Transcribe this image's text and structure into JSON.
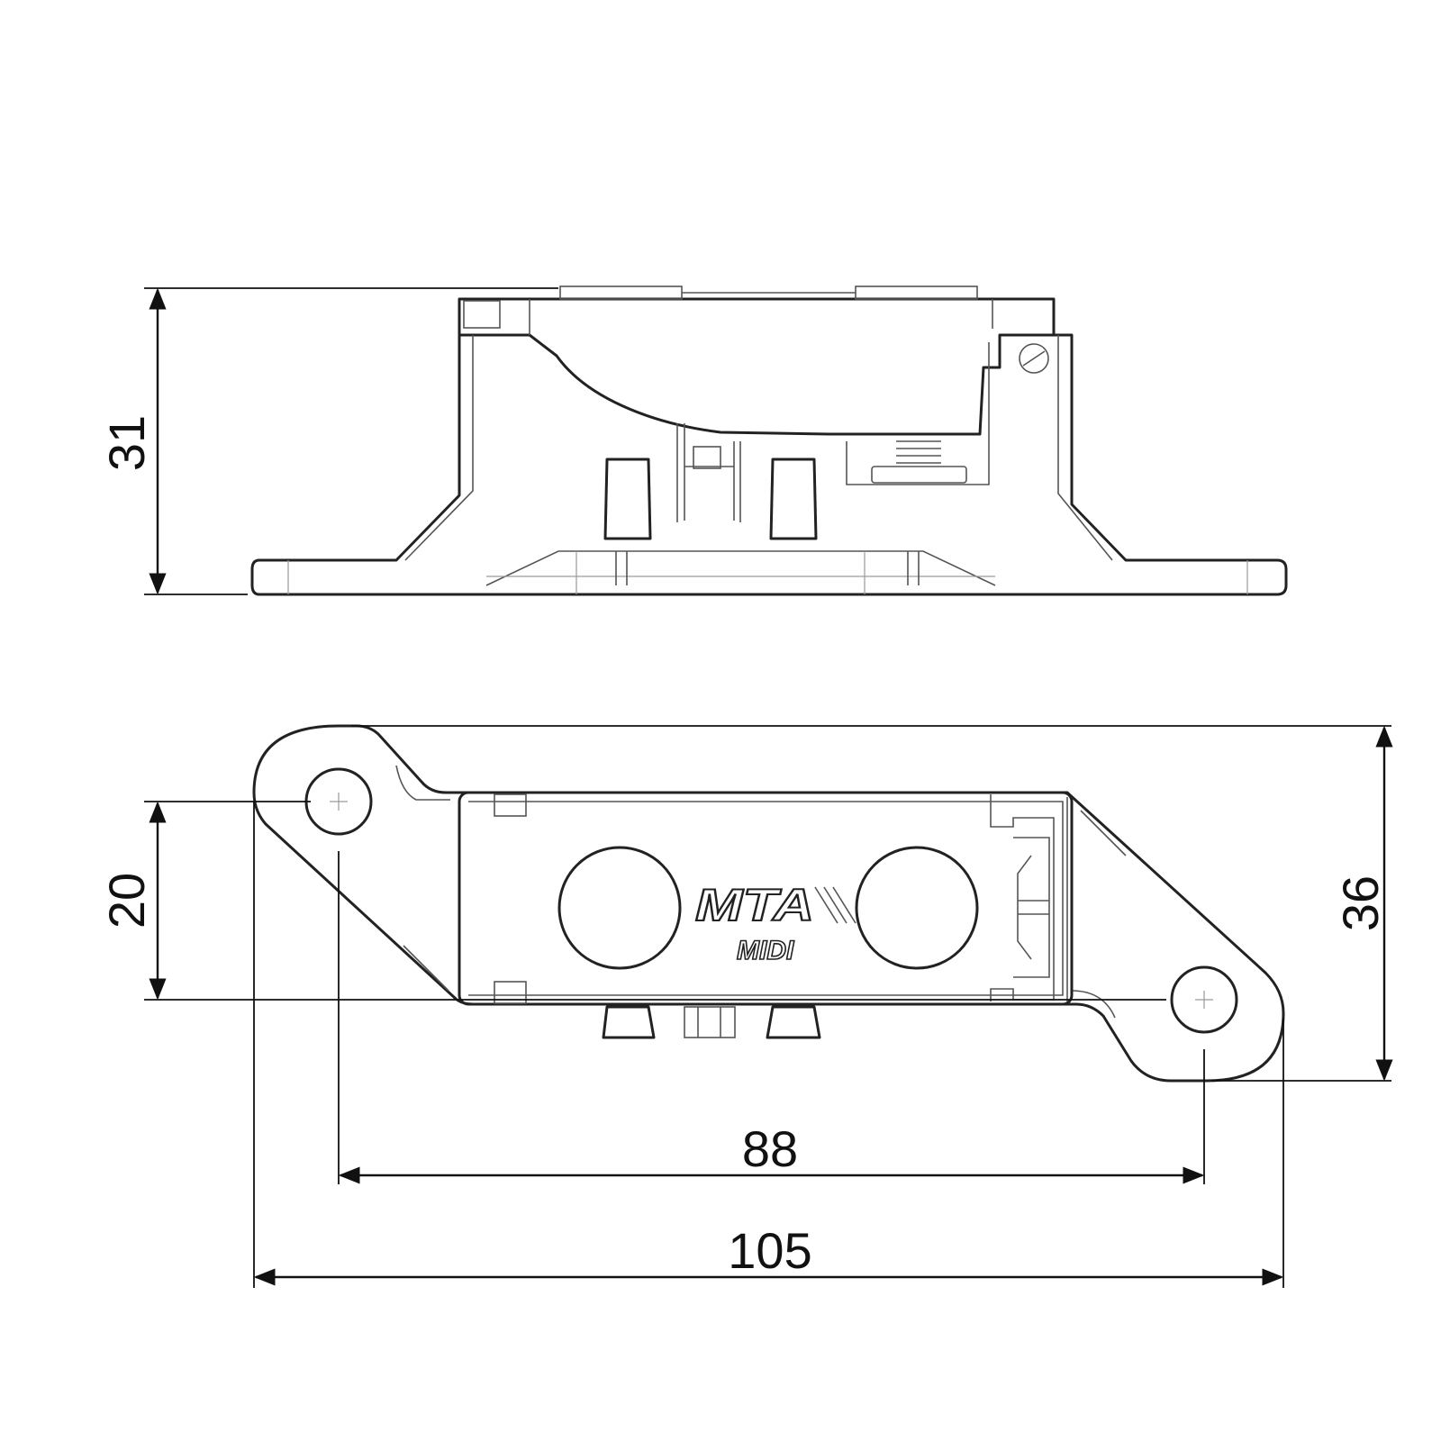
{
  "drawing": {
    "dimensions": {
      "height": "31",
      "hole_spacing_vertical": "20",
      "width_overall": "36",
      "hole_spacing_horizontal": "88",
      "length_overall": "105"
    },
    "logo": {
      "brand": "MTA",
      "subtitle": "MIDI"
    }
  }
}
